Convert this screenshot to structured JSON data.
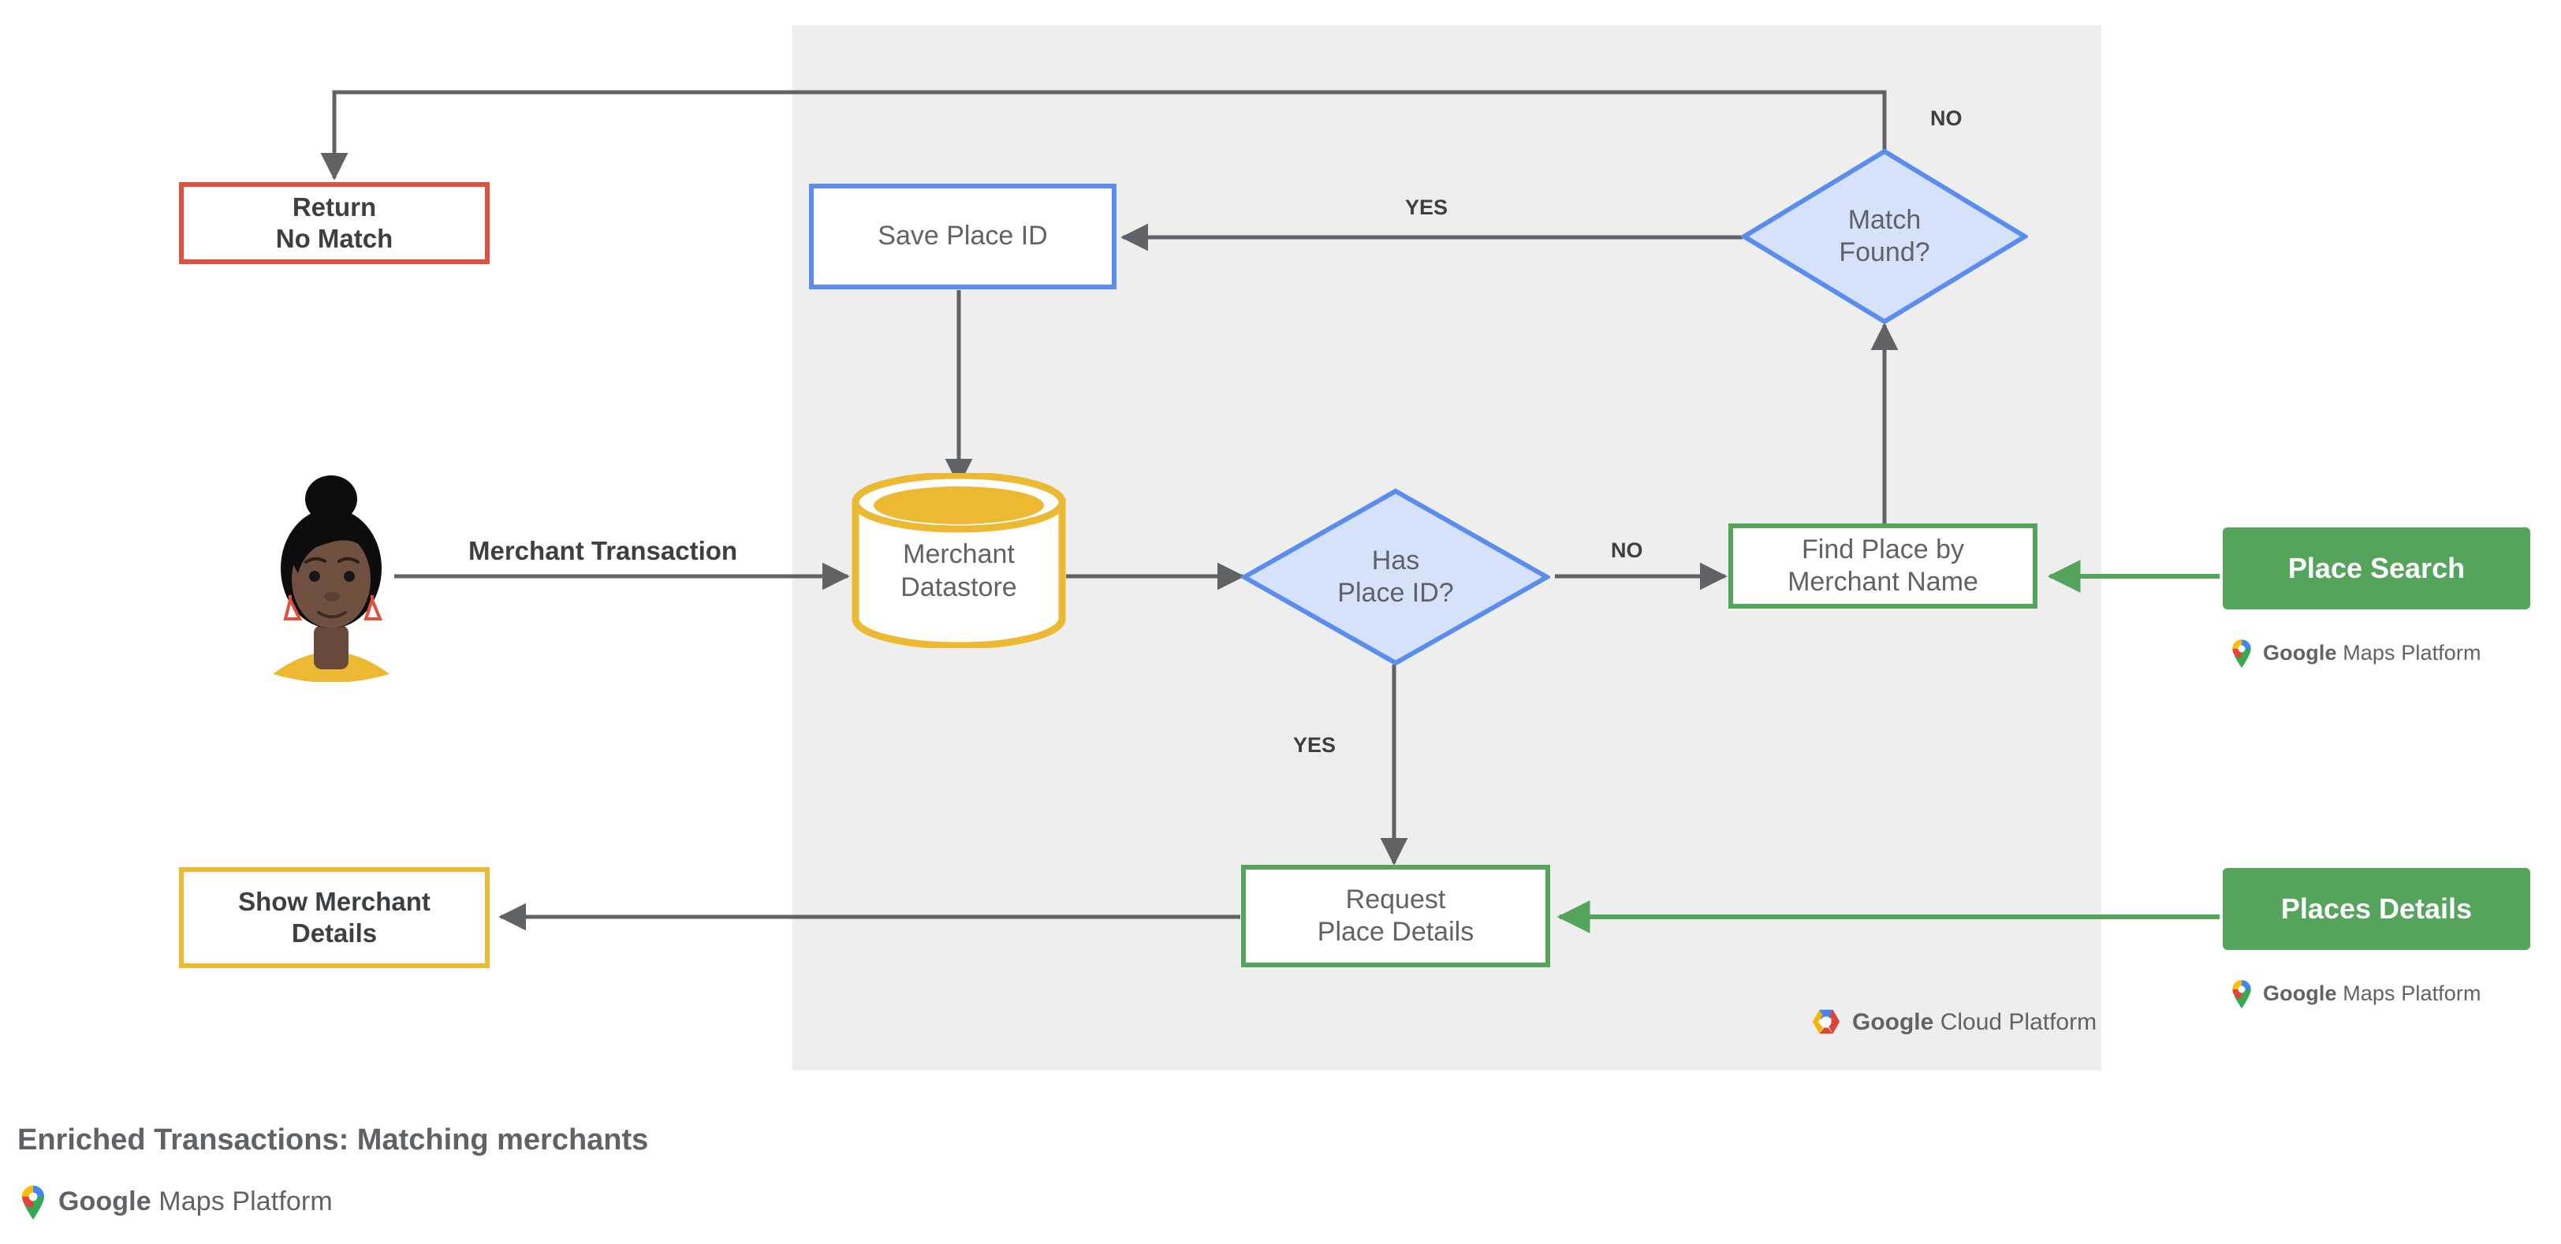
{
  "diagram": {
    "caption": "Enriched Transactions: Matching merchants",
    "panel_label": "Google Cloud Platform",
    "panel_brand_google": "Google",
    "panel_brand_rest": "Cloud Platform",
    "gmp_brand_google": "Google",
    "gmp_brand_rest": "Maps Platform"
  },
  "colors": {
    "red": "#e0503c",
    "blue": "#5b8def",
    "blue_fill": "#d6e2f9",
    "green": "#55a45c",
    "yellow": "#edb932",
    "grey_panel": "#eeeeee",
    "edge": "#5f6368",
    "text": "#5f6368",
    "text_dark": "#3c4043"
  },
  "nodes": {
    "return_no_match": {
      "label": "Return\nNo Match",
      "type": "terminal",
      "color": "red"
    },
    "save_place_id": {
      "label": "Save Place ID",
      "type": "process",
      "color": "blue"
    },
    "match_found": {
      "label": "Match\nFound?",
      "type": "decision",
      "color": "blue"
    },
    "merchant_datastore": {
      "label": "Merchant\nDatastore",
      "type": "datastore",
      "color": "yellow"
    },
    "has_place_id": {
      "label": "Has\nPlace ID?",
      "type": "decision",
      "color": "blue"
    },
    "find_place_by_merchant_name": {
      "label": "Find Place by\nMerchant Name",
      "type": "process",
      "color": "green"
    },
    "request_place_details": {
      "label": "Request\nPlace Details",
      "type": "process",
      "color": "green"
    },
    "show_merchant_details": {
      "label": "Show Merchant\nDetails",
      "type": "output",
      "color": "yellow"
    },
    "place_search_api": {
      "label": "Place Search",
      "type": "api",
      "color": "green"
    },
    "places_details_api": {
      "label": "Places Details",
      "type": "api",
      "color": "green"
    },
    "user_avatar": {
      "label": "user-avatar",
      "type": "actor"
    }
  },
  "edge_labels": {
    "merchant_transaction": "Merchant Transaction",
    "has_place_id_no": "NO",
    "has_place_id_yes": "YES",
    "match_found_yes": "YES",
    "match_found_no": "NO"
  },
  "flow": [
    {
      "from": "user_avatar",
      "to": "merchant_datastore",
      "label": "Merchant Transaction"
    },
    {
      "from": "merchant_datastore",
      "to": "has_place_id",
      "label": ""
    },
    {
      "from": "has_place_id",
      "to": "find_place_by_merchant_name",
      "label": "NO"
    },
    {
      "from": "has_place_id",
      "to": "request_place_details",
      "label": "YES"
    },
    {
      "from": "place_search_api",
      "to": "find_place_by_merchant_name",
      "label": ""
    },
    {
      "from": "find_place_by_merchant_name",
      "to": "match_found",
      "label": ""
    },
    {
      "from": "match_found",
      "to": "save_place_id",
      "label": "YES"
    },
    {
      "from": "match_found",
      "to": "return_no_match",
      "label": "NO"
    },
    {
      "from": "save_place_id",
      "to": "merchant_datastore",
      "label": ""
    },
    {
      "from": "places_details_api",
      "to": "request_place_details",
      "label": ""
    },
    {
      "from": "request_place_details",
      "to": "show_merchant_details",
      "label": ""
    }
  ]
}
